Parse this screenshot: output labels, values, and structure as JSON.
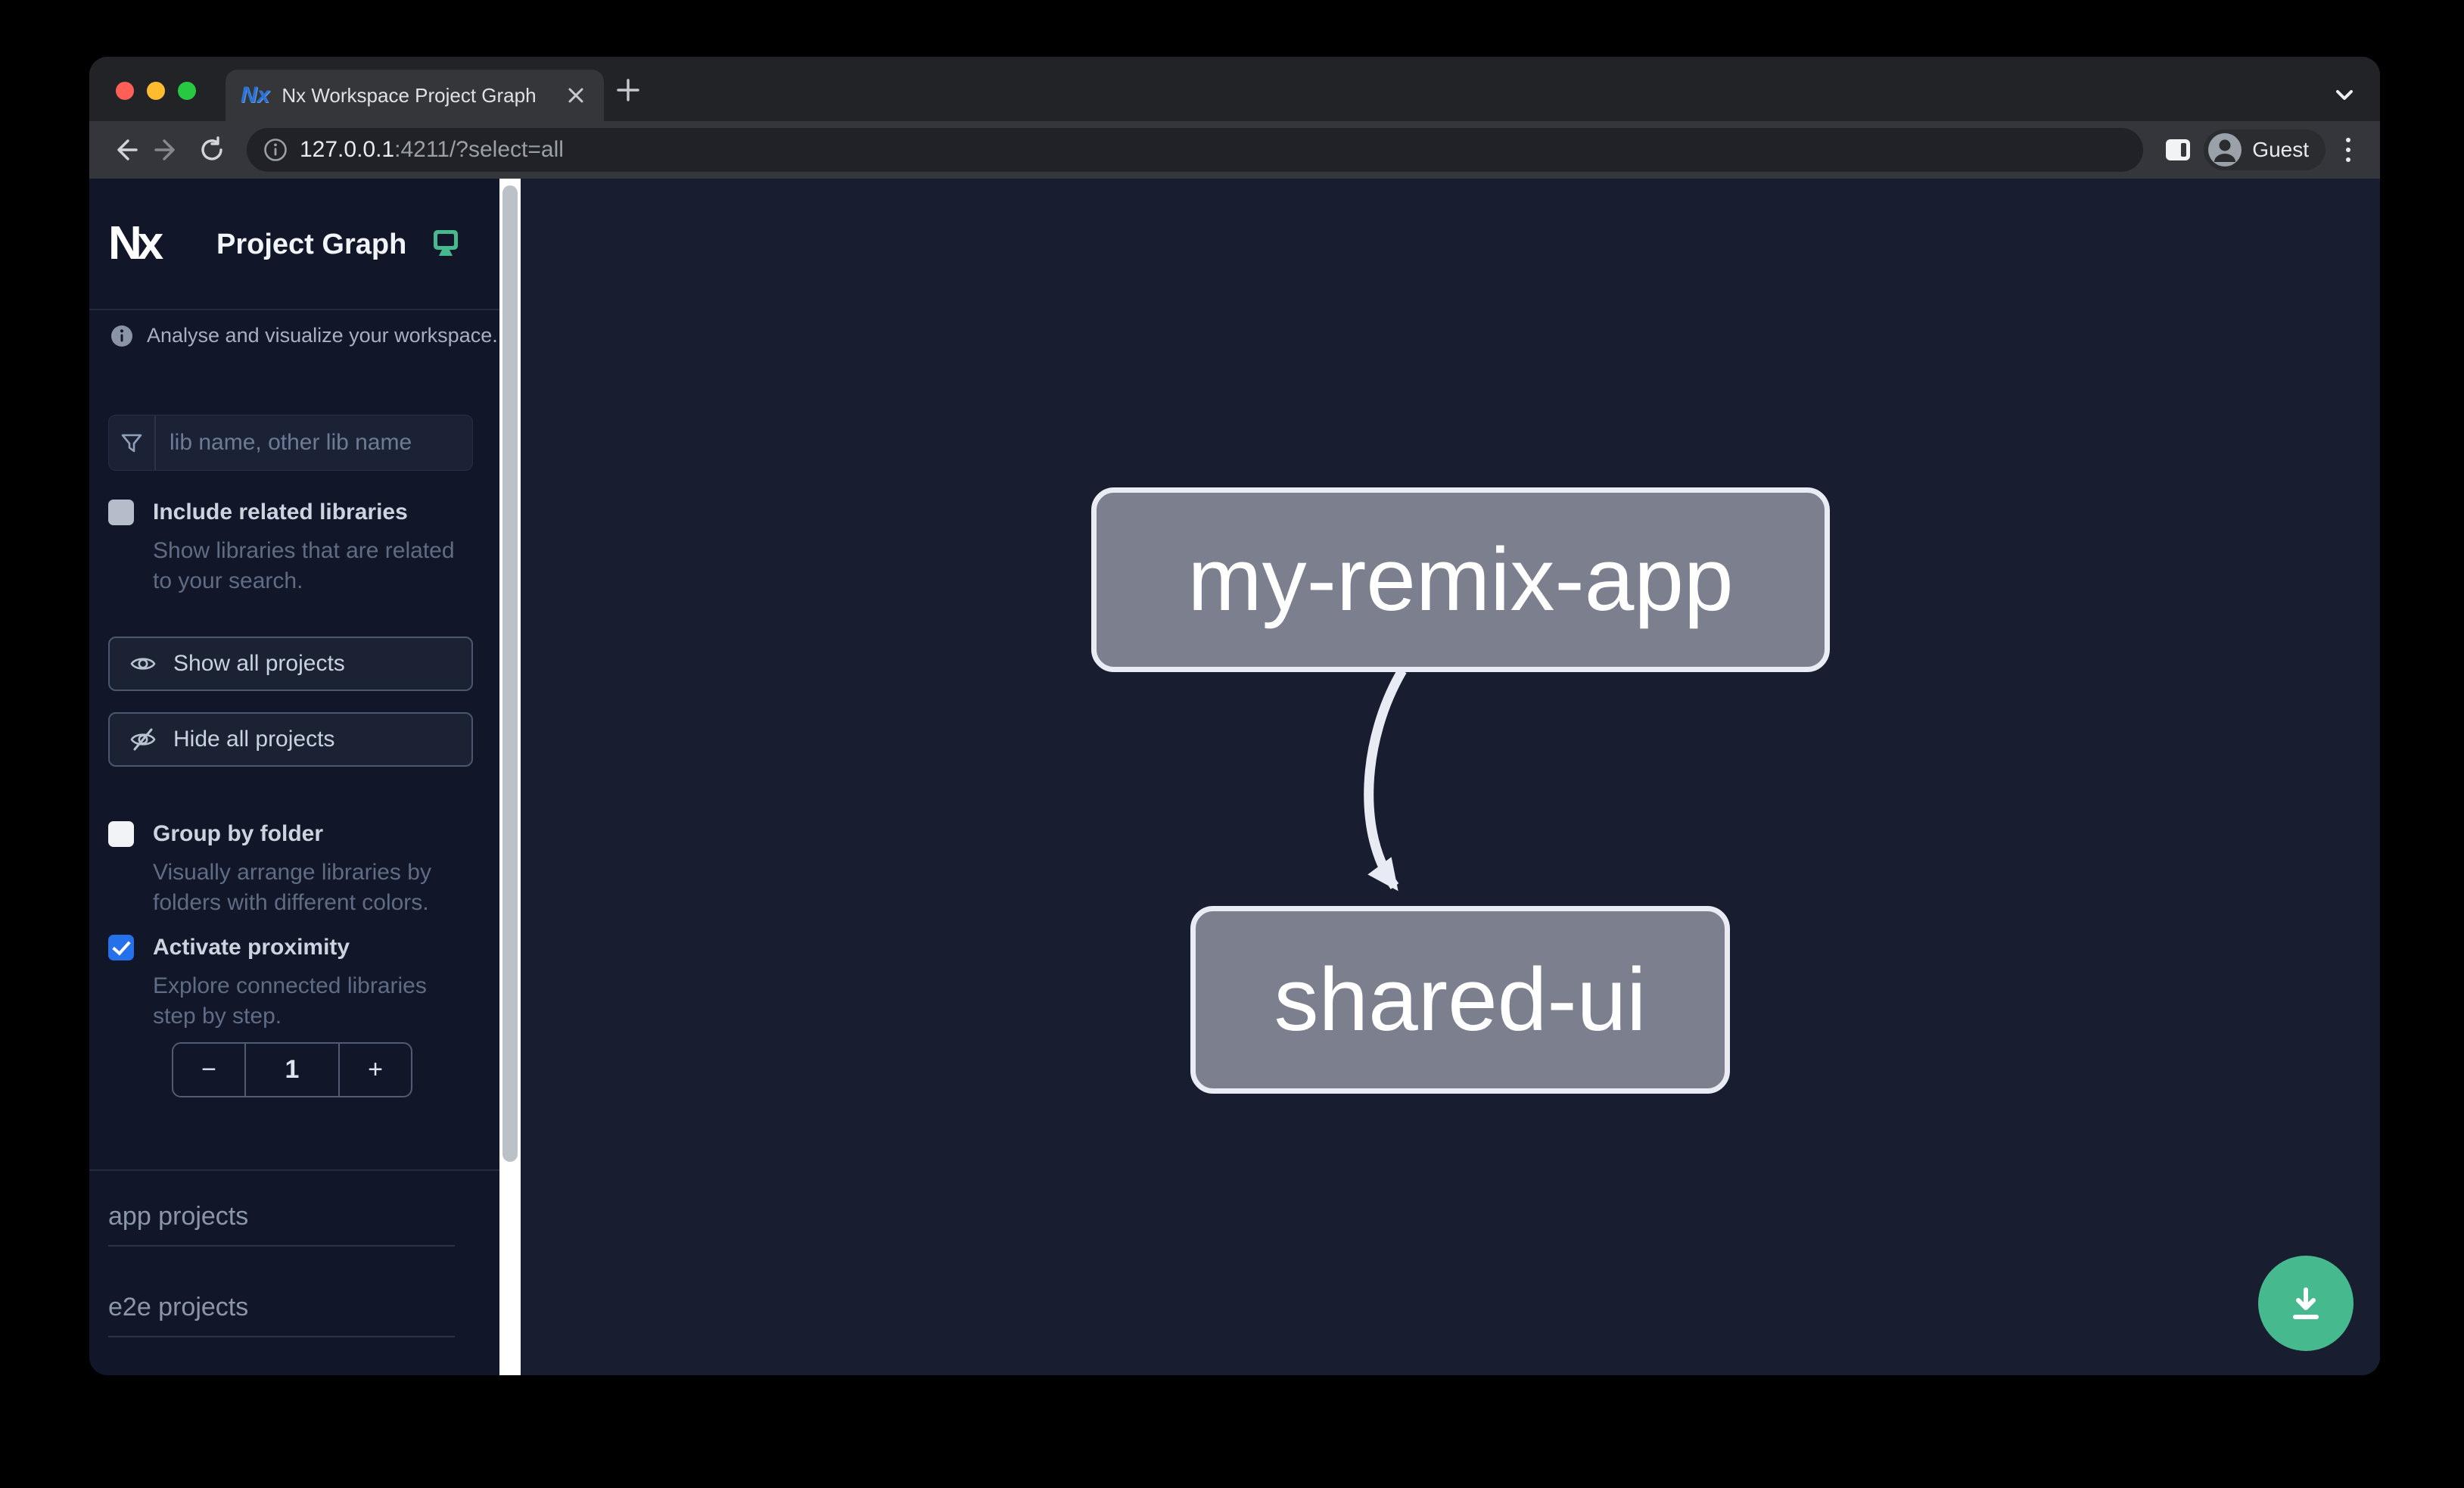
{
  "browser": {
    "tab": {
      "favicon_text": "Nx",
      "title": "Nx Workspace Project Graph"
    },
    "address": {
      "host": "127.0.0.1",
      "rest": ":4211/?select=all"
    },
    "profile": {
      "label": "Guest"
    }
  },
  "sidebar": {
    "logo_text": "Nx",
    "title": "Project Graph",
    "tagline": "Analyse and visualize your workspace.",
    "search": {
      "placeholder": "lib name, other lib name"
    },
    "include_related": {
      "label": "Include related libraries",
      "description": "Show libraries that are related to your search.",
      "checked": false
    },
    "show_all_label": "Show all projects",
    "hide_all_label": "Hide all projects",
    "group_by_folder": {
      "label": "Group by folder",
      "description": "Visually arrange libraries by folders with different colors.",
      "checked": false
    },
    "activate_proximity": {
      "label": "Activate proximity",
      "description": "Explore connected libraries step by step.",
      "checked": true
    },
    "proximity_stepper": {
      "decrement_label": "−",
      "value": "1",
      "increment_label": "+"
    },
    "sections": [
      {
        "label": "app projects"
      },
      {
        "label": "e2e projects"
      }
    ]
  },
  "graph": {
    "nodes": [
      {
        "label": "my-remix-app"
      },
      {
        "label": "shared-ui"
      }
    ],
    "edges": [
      {
        "source": "my-remix-app",
        "target": "shared-ui"
      }
    ]
  },
  "colors": {
    "accent_teal": "#46ba8e",
    "checkbox_checked_blue": "#2570eb",
    "node_fill": "#7b7f8e",
    "node_border": "#e9ecf4",
    "canvas_bg": "#181d30",
    "sidebar_bg": "#111729"
  }
}
